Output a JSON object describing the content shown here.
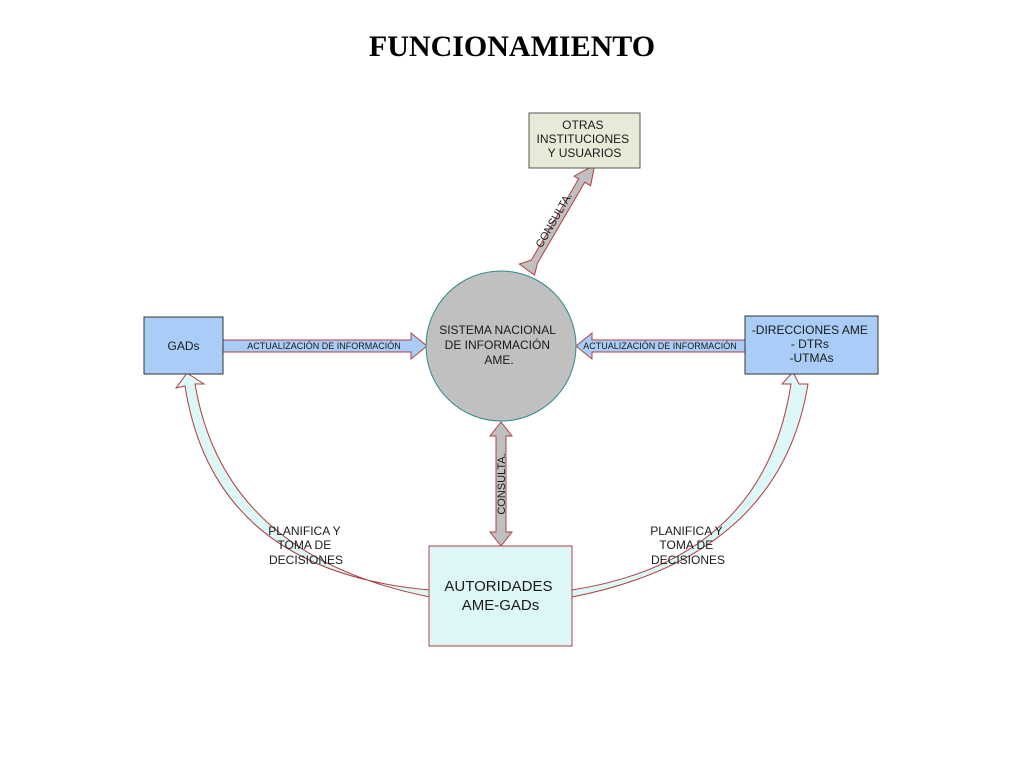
{
  "title": "FUNCIONAMIENTO",
  "nodes": {
    "otras": {
      "lines": [
        "OTRAS",
        "INSTITUCIONES",
        "Y USUARIOS"
      ],
      "fill": "#e7ead7"
    },
    "sistema": {
      "lines": [
        "SISTEMA NACIONAL",
        "DE INFORMACIÓN",
        "AME."
      ],
      "fill": "#c0c0c0"
    },
    "gads": {
      "lines": [
        "GADs"
      ],
      "fill": "#a9cdf7"
    },
    "direcciones": {
      "lines": [
        "-DIRECCIONES AME",
        "- DTRs",
        "-UTMAs"
      ],
      "fill": "#a9cdf7"
    },
    "autoridades": {
      "lines": [
        "AUTORIDADES",
        "AME-GADs"
      ],
      "fill": "#ddf7f7"
    }
  },
  "edges": {
    "consulta_top": "CONSULTA.",
    "consulta_bottom": "CONSULTA.",
    "actualizacion_left": "ACTUALIZACIÓN DE INFORMACIÓN",
    "actualizacion_right": "ACTUALIZACIÓN DE INFORMACIÓN",
    "planifica_left": [
      "PLANIFICA Y",
      "TOMA DE",
      "DECISIONES"
    ],
    "planifica_right": [
      "PLANIFICA Y",
      "TOMA DE",
      "DECISIONES"
    ]
  },
  "colors": {
    "consulta_arrow": "#c0c0c0",
    "actualizacion_arrow": "#a9cdf7",
    "planifica_arrow": "#ddf7f7",
    "arrow_outline": "#b04040"
  }
}
